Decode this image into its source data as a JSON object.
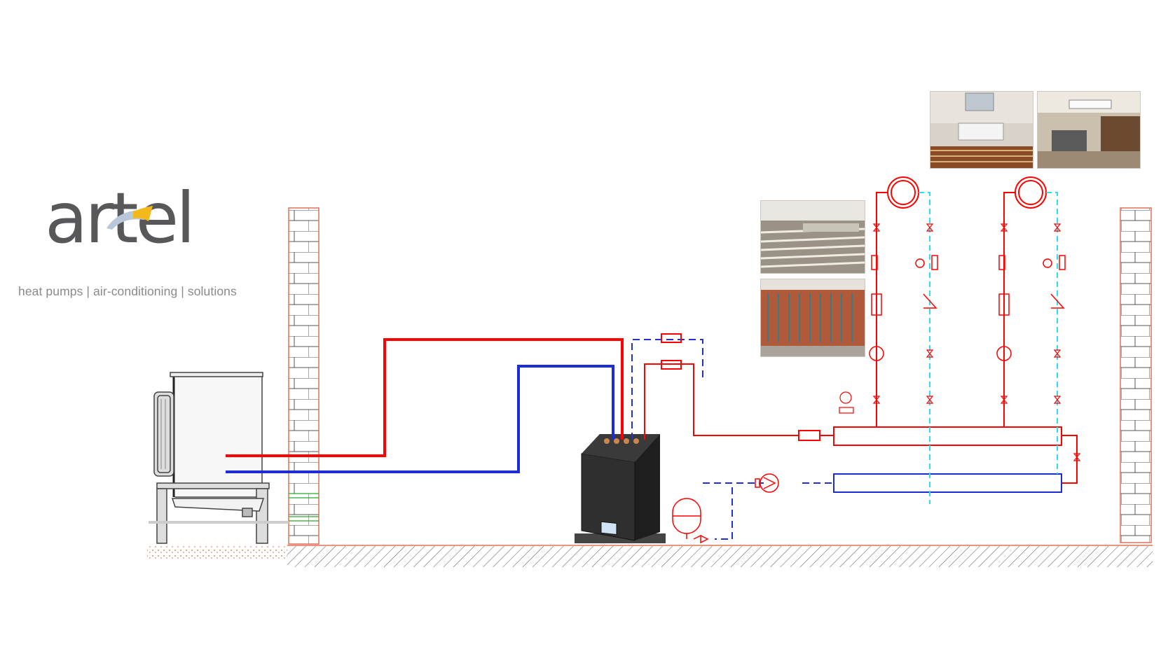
{
  "brand": {
    "wordmark": "artel",
    "tagline": "heat pumps | air-conditioning | solutions"
  },
  "colors": {
    "supply": "#ff0000",
    "return": "#1c2dd6",
    "cold_dashed": "#2233cc",
    "leg_return": "#33ddee",
    "wall": "#e07055",
    "brand_grey": "#58585a",
    "brand_accent": "#f2b81c",
    "unit_dark": "#262626"
  },
  "components": {
    "outdoor_unit": "outdoor-heat-pump-unit",
    "indoor_unit": "indoor-hydraulic-module",
    "expansion_tank": "expansion-vessel",
    "manifold_supply": "supply-header",
    "manifold_return": "return-header",
    "terminals": [
      "underfloor-heating-loop",
      "underfloor-heating-loop"
    ]
  },
  "photos": [
    {
      "name": "photo-fan-coil-under-window",
      "theme": "console fan coil"
    },
    {
      "name": "photo-cassette-unit-office",
      "theme": "ceiling cassette"
    },
    {
      "name": "photo-floor-screed",
      "theme": "floor heating screed"
    },
    {
      "name": "photo-wall-heating-pipes",
      "theme": "wall heating pipes"
    }
  ]
}
